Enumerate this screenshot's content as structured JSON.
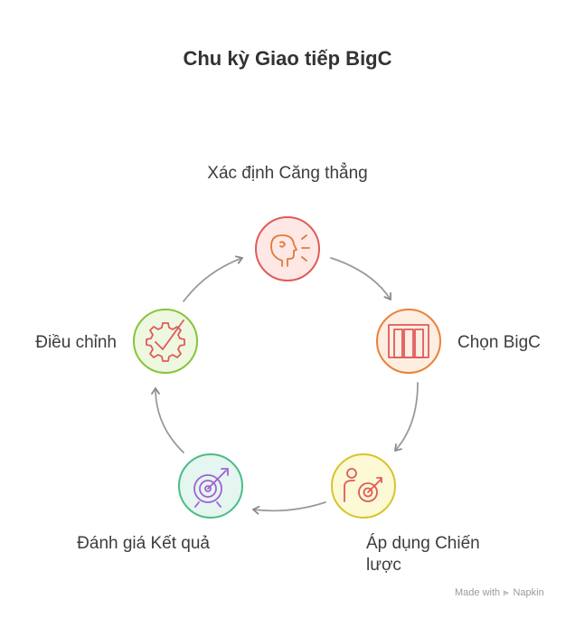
{
  "title": "Chu kỳ Giao tiếp BigC",
  "steps": [
    {
      "label": "Xác định Căng thẳng",
      "icon": "head-speaking-icon",
      "color": "#e05a5a",
      "fill": "#fde8e6"
    },
    {
      "label": "Chọn BigC",
      "icon": "door-frame-icon",
      "color": "#e9823a",
      "fill": "#fdeee2"
    },
    {
      "label": "Áp dụng Chiến lược",
      "icon": "person-target-icon",
      "color": "#d9c42a",
      "fill": "#fcf9d6"
    },
    {
      "label": "Đánh giá Kết quả",
      "icon": "target-icon",
      "color": "#a25fd6",
      "fill": "#e4f6ef"
    },
    {
      "label": "Điều chỉnh",
      "icon": "gear-check-icon",
      "color": "#88c43a",
      "fill": "#eef8e0"
    }
  ],
  "footer": {
    "made_with": "Made with",
    "brand": "Napkin"
  }
}
